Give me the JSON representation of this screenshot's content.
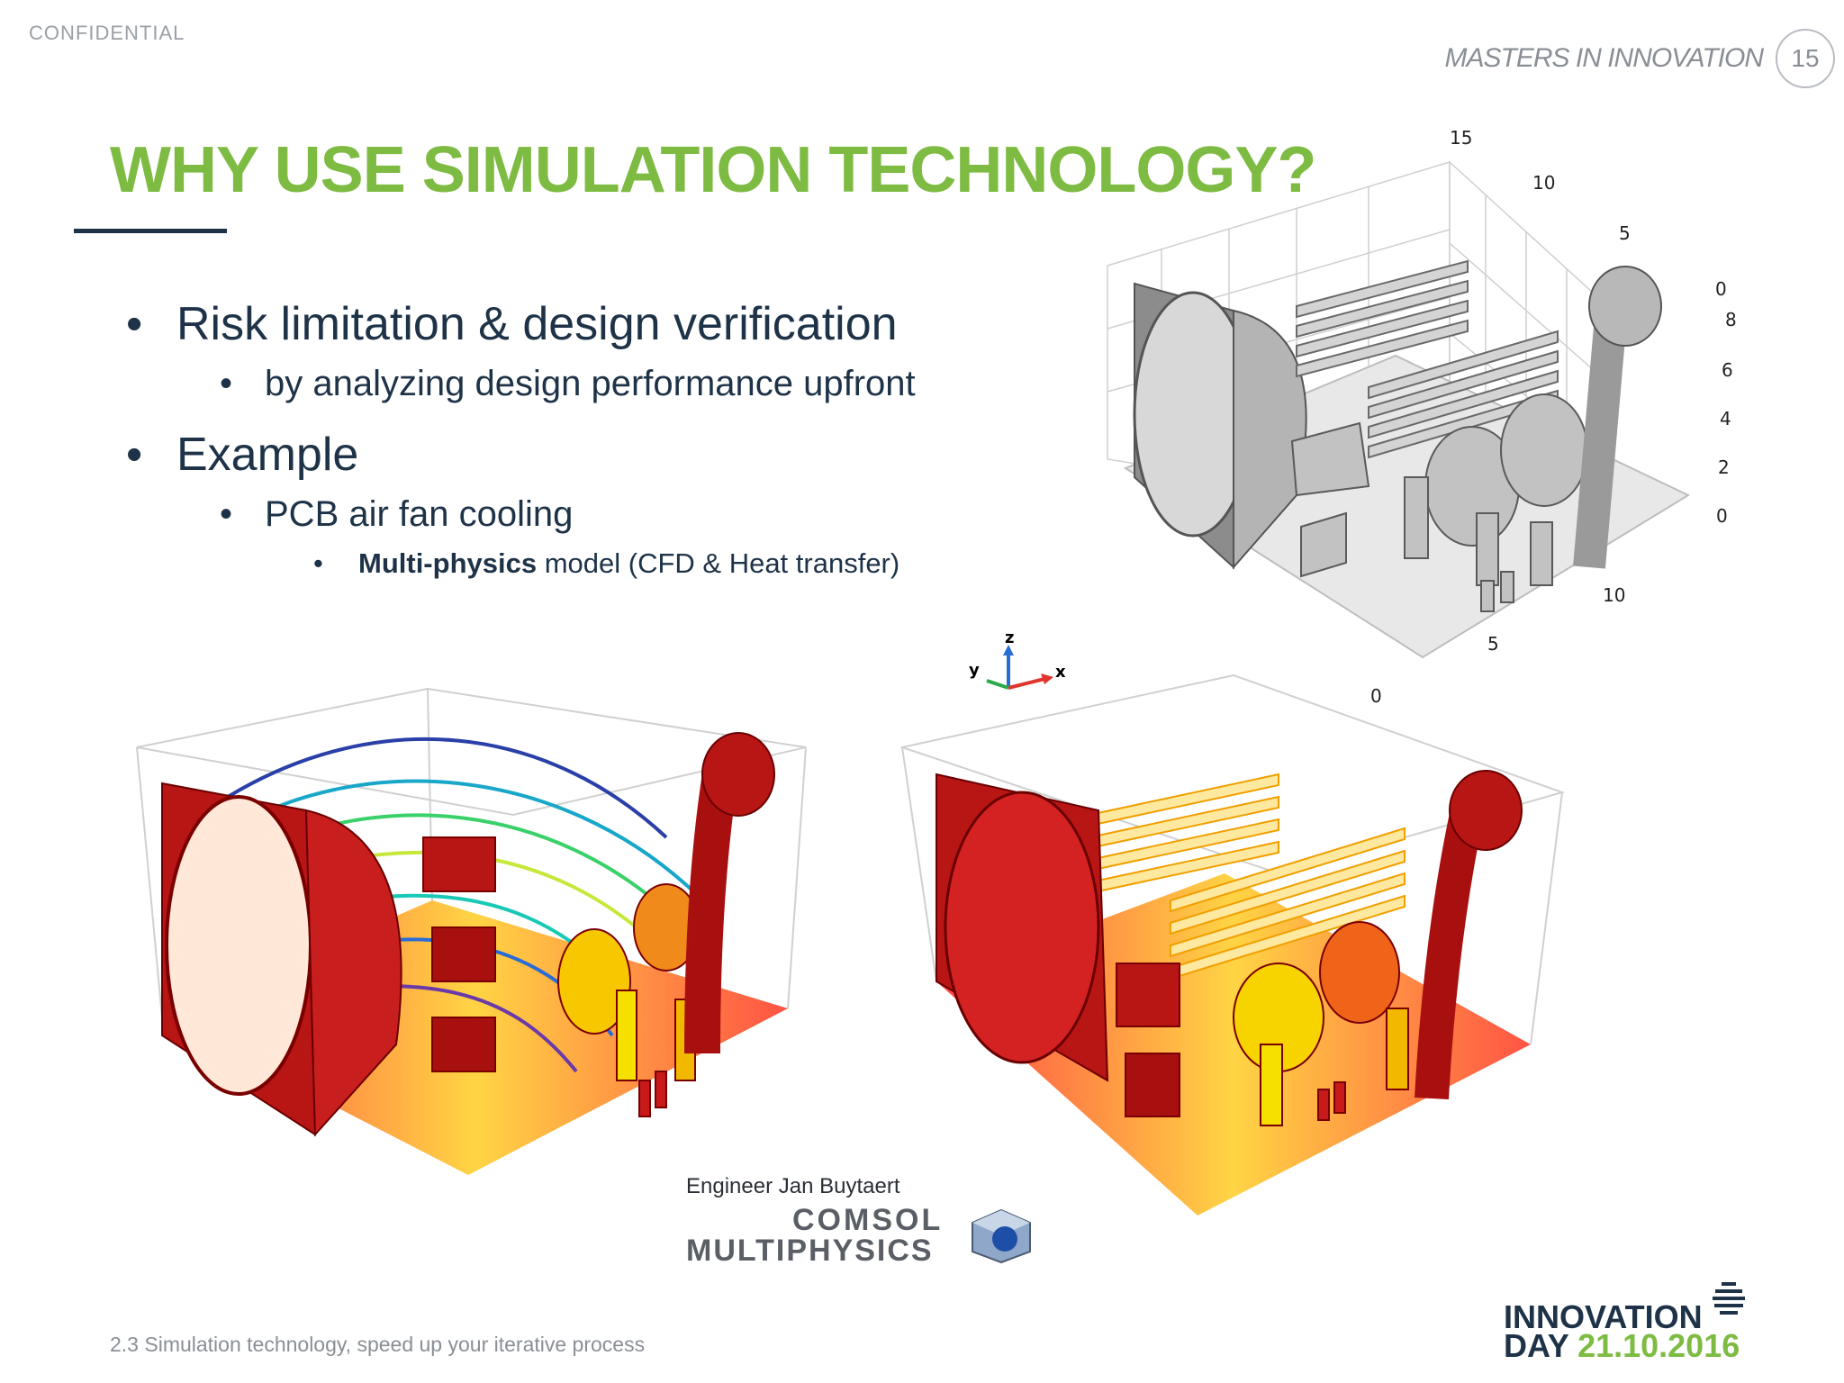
{
  "header": {
    "confidential": "CONFIDENTIAL",
    "masters": "MASTERS IN INNOVATION",
    "page_number": "15"
  },
  "title": "WHY USE SIMULATION TECHNOLOGY?",
  "bullets": {
    "b1": "Risk limitation & design verification",
    "b1_sub": "by analyzing design performance upfront",
    "b2": "Example",
    "b2_sub": "PCB air fan cooling",
    "b2_subsub_strong": "Multi-physics",
    "b2_subsub_rest": " model (CFD & Heat transfer)"
  },
  "figure_top": {
    "ticks_top": [
      "15",
      "10",
      "5",
      "0"
    ],
    "ticks_right": [
      "8",
      "6",
      "4",
      "2",
      "0"
    ],
    "ticks_bottom": [
      "10",
      "5",
      "0"
    ]
  },
  "axes_triad": {
    "x": "x",
    "y": "y",
    "z": "z"
  },
  "credit": {
    "engineer": "Engineer Jan Buytaert",
    "comsol_line1": "COMSOL",
    "comsol_line2": "MULTIPHYSICS"
  },
  "footer": "2.3 Simulation technology, speed up your iterative process",
  "logo": {
    "line1": "INNOVATION",
    "line2_prefix": "DAY ",
    "date": "21.10.2016"
  },
  "colors": {
    "title_green": "#7dbb42",
    "navy": "#1e3348",
    "hot_red": "#c4161c",
    "warm_yellow": "#f7c800"
  }
}
